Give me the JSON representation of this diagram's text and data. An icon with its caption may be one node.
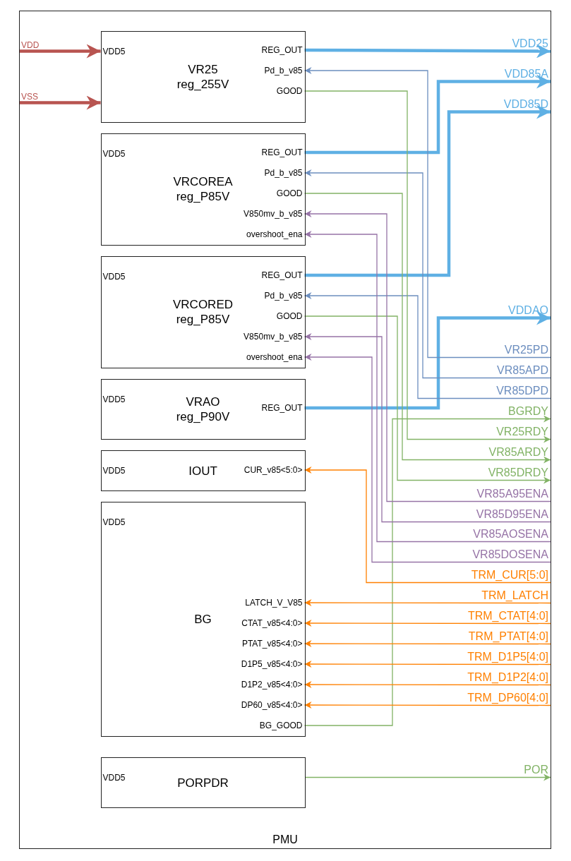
{
  "diagram": {
    "nodes": [
      {
        "text": [
          "PMU"
        ]
      },
      {
        "text": [
          "VDD"
        ],
        "in": 0
      },
      {
        "text": [
          "VSS"
        ],
        "in": 0
      },
      {
        "text": [
          "VDD5",
          "VR25 reg_255V"
        ],
        "in": 0
      },
      {
        "text": [
          "REG_OUT"
        ],
        "in": 3
      },
      {
        "text": [
          "Pd_b_v85"
        ],
        "in": 3
      },
      {
        "text": [
          "GOOD"
        ],
        "in": 3
      },
      {
        "text": [
          "VDD5",
          "VRCOREA reg_P85V"
        ],
        "in": 0
      },
      {
        "text": [
          "REG_OUT"
        ],
        "in": 7
      },
      {
        "text": [
          "Pd_b_v85"
        ],
        "in": 7
      },
      {
        "text": [
          "GOOD"
        ],
        "in": 7
      },
      {
        "text": [
          "V850mv_b_v85"
        ],
        "in": 7
      },
      {
        "text": [
          "overshoot_ena"
        ],
        "in": 7
      },
      {
        "text": [
          "VDD5",
          "VRCORED reg_P85V"
        ],
        "in": 0
      },
      {
        "text": [
          "REG_OUT"
        ],
        "in": 13
      },
      {
        "text": [
          "Pd_b_v85"
        ],
        "in": 13
      },
      {
        "text": [
          "GOOD"
        ],
        "in": 13
      },
      {
        "text": [
          "V850mv_b_v85"
        ],
        "in": 13
      },
      {
        "text": [
          "overshoot_ena"
        ],
        "in": 13
      },
      {
        "text": [
          "VDD5",
          "VRAO reg_P90V"
        ],
        "in": 0
      },
      {
        "text": [
          "REG_OUT"
        ],
        "in": 19
      },
      {
        "text": [
          "VDD5",
          "IOUT"
        ],
        "in": 0
      },
      {
        "text": [
          "CUR_v85<5:0>"
        ],
        "in": 21
      },
      {
        "text": [
          "VDD5",
          "BG"
        ],
        "in": 0
      },
      {
        "text": [
          "LATCH_V_V85"
        ],
        "in": 23
      },
      {
        "text": [
          "CTAT_v85<4:0>"
        ],
        "in": 23
      },
      {
        "text": [
          "PTAT_v85<4:0>"
        ],
        "in": 23
      },
      {
        "text": [
          "D1P5_v85<4:0>"
        ],
        "in": 23
      },
      {
        "text": [
          "D1P2_v85<4:0>"
        ],
        "in": 23
      },
      {
        "text": [
          "DP60_v85<4:0>"
        ],
        "in": 23
      },
      {
        "text": [
          "BG_GOOD"
        ],
        "in": 23
      },
      {
        "text": [
          "VDD5",
          "PORPDR"
        ],
        "in": 0
      },
      {
        "text": [
          "VDD25"
        ],
        "in": 0
      },
      {
        "text": [
          "VDD85A"
        ],
        "in": 0
      },
      {
        "text": [
          "VDD85D"
        ],
        "in": 0
      },
      {
        "text": [
          "VDDAO"
        ],
        "in": 0
      },
      {
        "text": [
          "VR25PD"
        ],
        "in": 0
      },
      {
        "text": [
          "VR85APD"
        ],
        "in": 0
      },
      {
        "text": [
          "VR85DPD"
        ],
        "in": 0
      },
      {
        "text": [
          "BGRDY"
        ],
        "in": 0
      },
      {
        "text": [
          "VR25RDY"
        ],
        "in": 0
      },
      {
        "text": [
          "VR85ARDY"
        ],
        "in": 0
      },
      {
        "text": [
          "VR85DRDY"
        ],
        "in": 0
      },
      {
        "text": [
          "VR85A95ENA"
        ],
        "in": 0
      },
      {
        "text": [
          "VR85D95ENA"
        ],
        "in": 0
      },
      {
        "text": [
          "VR85AOSENA"
        ],
        "in": 0
      },
      {
        "text": [
          "VR85DOSENA"
        ],
        "in": 0
      },
      {
        "text": [
          "TRM_CUR[5:0]"
        ],
        "in": 0
      },
      {
        "text": [
          "TRM_LATCH"
        ],
        "in": 0
      },
      {
        "text": [
          "TRM_CTAT[4:0]"
        ],
        "in": 0
      },
      {
        "text": [
          "TRM_PTAT[4:0]"
        ],
        "in": 0
      },
      {
        "text": [
          "TRM_D1P5[4:0]"
        ],
        "in": 0
      },
      {
        "text": [
          "TRM_D1P2[4:0]"
        ],
        "in": 0
      },
      {
        "text": [
          "TRM_DP60[4:0]"
        ],
        "in": 0
      },
      {
        "text": [
          "POR"
        ],
        "in": 0
      }
    ],
    "edges": [
      {
        "from": 1,
        "to": 3,
        "arrow": "to",
        "style": "thick",
        "color": "#b85450"
      },
      {
        "from": 2,
        "to": 3,
        "arrow": "to",
        "style": "thick",
        "color": "#b85450"
      },
      {
        "from": 4,
        "to": 32,
        "arrow": "to",
        "style": "thick",
        "color": "#5fb0e4"
      },
      {
        "from": 8,
        "to": 33,
        "arrow": "to",
        "style": "thick",
        "color": "#5fb0e4"
      },
      {
        "from": 14,
        "to": 34,
        "arrow": "to",
        "style": "thick",
        "color": "#5fb0e4"
      },
      {
        "from": 20,
        "to": 35,
        "arrow": "to",
        "style": "thick",
        "color": "#5fb0e4"
      },
      {
        "from": 36,
        "to": 5,
        "arrow": "to",
        "color": "#6c8ebf"
      },
      {
        "from": 37,
        "to": 9,
        "arrow": "to",
        "color": "#6c8ebf"
      },
      {
        "from": 38,
        "to": 15,
        "arrow": "to",
        "color": "#6c8ebf"
      },
      {
        "from": 30,
        "to": 39,
        "arrow": "to",
        "color": "#82b366"
      },
      {
        "from": 6,
        "to": 40,
        "arrow": "to",
        "color": "#82b366"
      },
      {
        "from": 10,
        "to": 41,
        "arrow": "to",
        "color": "#82b366"
      },
      {
        "from": 16,
        "to": 42,
        "arrow": "to",
        "color": "#82b366"
      },
      {
        "from": 43,
        "to": 11,
        "arrow": "to",
        "color": "#9673a6"
      },
      {
        "from": 44,
        "to": 17,
        "arrow": "to",
        "color": "#9673a6"
      },
      {
        "from": 45,
        "to": 12,
        "arrow": "to",
        "color": "#9673a6"
      },
      {
        "from": 46,
        "to": 18,
        "arrow": "to",
        "color": "#9673a6"
      },
      {
        "from": 47,
        "to": 22,
        "arrow": "to",
        "color": "#ff8000"
      },
      {
        "from": 48,
        "to": 24,
        "arrow": "to",
        "color": "#ff8000"
      },
      {
        "from": 49,
        "to": 25,
        "arrow": "to",
        "color": "#ff8000"
      },
      {
        "from": 50,
        "to": 26,
        "arrow": "to",
        "color": "#ff8000"
      },
      {
        "from": 51,
        "to": 27,
        "arrow": "to",
        "color": "#ff8000"
      },
      {
        "from": 52,
        "to": 28,
        "arrow": "to",
        "color": "#ff8000"
      },
      {
        "from": 53,
        "to": 29,
        "arrow": "to",
        "color": "#ff8000"
      },
      {
        "from": 31,
        "to": 54,
        "arrow": "to",
        "color": "#82b366"
      }
    ]
  }
}
